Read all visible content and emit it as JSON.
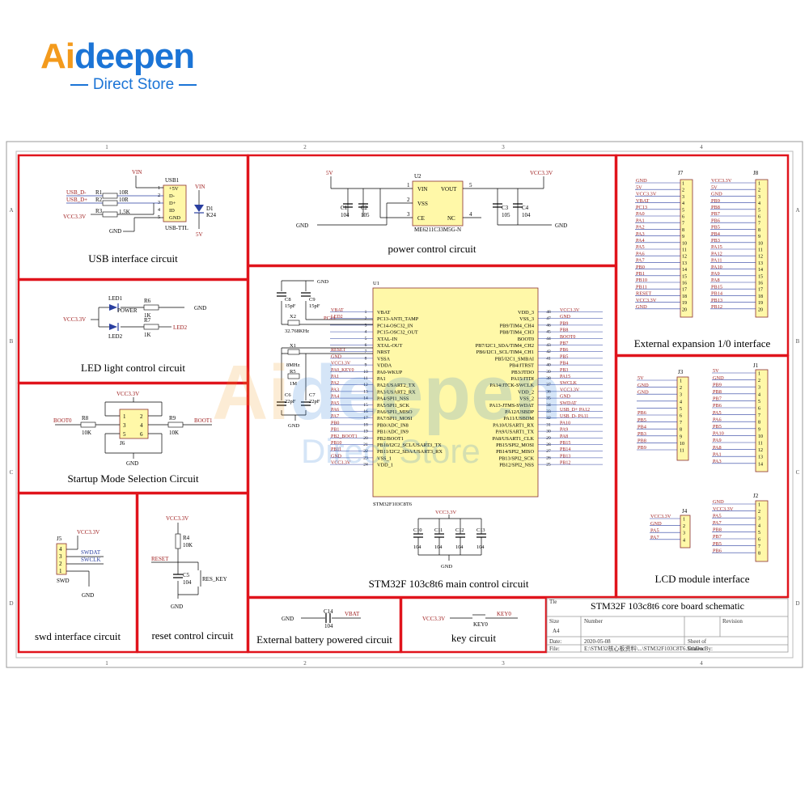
{
  "logo": {
    "brand_a": "Ai",
    "brand_rest": "deepen",
    "subtitle": "Direct Store"
  },
  "watermark": {
    "brand_a": "Ai",
    "brand_rest": "deepen",
    "subtitle": "Direct Store"
  },
  "grid": {
    "cols": [
      "1",
      "2",
      "3",
      "4"
    ],
    "rows": [
      "A",
      "B",
      "C",
      "D"
    ]
  },
  "sections": {
    "usb": "USB interface circuit",
    "power": "power control circuit",
    "expansion": "External expansion 1/0 interface",
    "led": "LED light control circuit",
    "startup": "Startup Mode Selection Circuit",
    "main": "STM32F 103c8t6 main control circuit",
    "lcd": "LCD module interface",
    "swd": "swd interface circuit",
    "reset": "reset control circuit",
    "battery": "External battery powered circuit",
    "key": "key circuit",
    "title": "STM32F 103c8t6 core board schematic"
  },
  "title_block": {
    "tle": "Tle",
    "size_label": "Size",
    "size": "A4",
    "number_label": "Number",
    "revision_label": "Revision",
    "date_label": "Date:",
    "date": "2020-05-08",
    "sheet_label": "Sheet of",
    "file_label": "File:",
    "file": "E:\\STM32核心板资料\\...\\STM32F103C8T6.SchDoc",
    "drawn": "Drawn By:"
  },
  "usb": {
    "ref": "USB1",
    "pins": [
      "+5V",
      "D-",
      "D+",
      "ID",
      "GND"
    ],
    "nums": [
      "1",
      "2",
      "3",
      "4",
      "5"
    ],
    "part": "USB-TTL",
    "vin": "VIN",
    "d1": "D1",
    "d1v": "K24",
    "v5": "5V",
    "nets": [
      "USB_D-",
      "USB_D+"
    ],
    "r1": "R1",
    "r2": "R2",
    "r3": "R3",
    "r1v": "10R",
    "r2v": "10R",
    "r3v": "1.5K",
    "vcc": "VCC3.3V",
    "gnd": "GND"
  },
  "power": {
    "ref": "U2",
    "part": "ME6211C33M5G-N",
    "pins": [
      "VIN",
      "VSS",
      "CE",
      "VOUT",
      "NC"
    ],
    "nums": [
      "1",
      "2",
      "3",
      "5",
      "4"
    ],
    "v5": "5V",
    "vcc": "VCC3.3V",
    "gnd": "GND",
    "c1": "C1",
    "c2": "C2",
    "c3": "C3",
    "c4": "C4",
    "c1v": "104",
    "c2v": "105",
    "c3v": "105",
    "c4v": "104"
  },
  "expansion": {
    "j7": "J7",
    "j8": "J8",
    "j7_nets": [
      "GND",
      "5V",
      "VCC3.3V",
      "VBAT",
      "PC13",
      "PA0",
      "PA1",
      "PA2",
      "PA3",
      "PA4",
      "PA5",
      "PA6",
      "PA7",
      "PB0",
      "PB1",
      "PB10",
      "PB11",
      "RESET",
      "VCC3.3V",
      "GND"
    ],
    "j8_nets": [
      "VCC3.3V",
      "5V",
      "GND",
      "PB9",
      "PB8",
      "PB7",
      "PB6",
      "PB5",
      "PB4",
      "PB3",
      "PA15",
      "PA12",
      "PA11",
      "PA10",
      "PA9",
      "PA8",
      "PB15",
      "PB14",
      "PB13",
      "PB12"
    ],
    "nums": [
      "1",
      "2",
      "3",
      "4",
      "5",
      "6",
      "7",
      "8",
      "9",
      "10",
      "11",
      "12",
      "13",
      "14",
      "15",
      "16",
      "17",
      "18",
      "19",
      "20"
    ]
  },
  "led": {
    "led1": "LED1",
    "led2": "LED2",
    "power": "POWER",
    "r6": "R6",
    "r7": "R7",
    "r6v": "1K",
    "r7v": "1K",
    "net": "LED2",
    "vcc": "VCC3.3V",
    "gnd": "GND"
  },
  "startup": {
    "vcc": "VCC3.3V",
    "j6": "J6",
    "boot0": "BOOT0",
    "boot1": "BOOT1",
    "r8": "R8",
    "r9": "R9",
    "r8v": "10K",
    "r9v": "10K",
    "gnd": "GND",
    "nums": [
      "1",
      "2",
      "3",
      "4",
      "5",
      "6"
    ]
  },
  "main": {
    "ref": "U1",
    "part": "STM32F103C8T6",
    "left_pins": [
      "VBAT",
      "PC13-ANTI_TAMP",
      "PC14-OSC32_IN",
      "PC15-OSC32_OUT",
      "XTAL-IN",
      "XTAL-OUT",
      "NRST",
      "VSSA",
      "VDDA",
      "PA0-WKUP",
      "PA1",
      "PA2/USART2_TX",
      "PA3/USART2_RX",
      "PA4/SPI1_NSS",
      "PA5/SPI1_SCK",
      "PA6/SPI1_MISO",
      "PA7/SPI1_MOSI",
      "PB0/ADC_IN8",
      "PB1/ADC_IN9",
      "PB2/BOOT1",
      "PB10/I2C2_SCL/USART3_TX",
      "PB11/I2C2_SDA/USART3_RX",
      "VSS_1",
      "VDD_1"
    ],
    "left_nums": [
      "1",
      "2",
      "3",
      "4",
      "5",
      "6",
      "7",
      "8",
      "9",
      "10",
      "11",
      "12",
      "13",
      "14",
      "15",
      "16",
      "17",
      "18",
      "19",
      "20",
      "21",
      "22",
      "23",
      "24"
    ],
    "left_nets": [
      "VBAT",
      "LED2",
      "",
      "",
      "",
      "",
      "RESET",
      "GND",
      "VCC3.3V",
      "PA0_KEY0",
      "PA1",
      "PA2",
      "PA3",
      "PA4",
      "PA5",
      "PA6",
      "PA7",
      "PB0",
      "PB1",
      "PB2_BOOT1",
      "PB10",
      "PB11",
      "GND",
      "VCC3.3V"
    ],
    "right_pins": [
      "VDD_3",
      "VSS_3",
      "PB9/TIM4_CH4",
      "PB8/TIM4_CH3",
      "BOOT0",
      "PB7/I2C1_SDA/TIM4_CH2",
      "PB6/I2C1_SCL/TIM4_CH1",
      "PB5/I2C1_SMBAI",
      "PB4/JTRST",
      "PB3/JTDO",
      "PA15/JTDI",
      "PA14/JTCK-SWCLK",
      "VDD_2",
      "VSS_2",
      "PA13-JTMS-SWDAT",
      "PA12/USBDP",
      "PA11/USBDM",
      "PA10/USART1_RX",
      "PA9/USART1_TX",
      "PA8/USART1_CLK",
      "PB15/SPI2_MOSI",
      "PB14/SPI2_MISO",
      "PB13/SPI2_SCK",
      "PB12/SPI2_NSS"
    ],
    "right_nums": [
      "48",
      "47",
      "46",
      "45",
      "44",
      "43",
      "42",
      "41",
      "40",
      "39",
      "38",
      "37",
      "36",
      "35",
      "34",
      "33",
      "32",
      "31",
      "30",
      "29",
      "28",
      "27",
      "26",
      "25"
    ],
    "right_nets": [
      "VCC3.3V",
      "GND",
      "PB9",
      "PB8",
      "BOOT0",
      "PB7",
      "PB6",
      "PB5",
      "PB4",
      "PB3",
      "PA15",
      "SWCLK",
      "VCC3.3V",
      "GND",
      "SWDAT",
      "USB_D+ PA12",
      "USB_D- PA11",
      "PA10",
      "PA9",
      "PA8",
      "PB15",
      "PB14",
      "PB13",
      "PB12"
    ],
    "c8": "C8",
    "c9": "C9",
    "c8v": "15pF",
    "c9v": "15pF",
    "x2": "X2",
    "x2v": "32.768KHz",
    "x1": "X1",
    "x1v": "8MHz",
    "r5": "R5",
    "r5v": "1M",
    "c6": "C6",
    "c7": "C7",
    "c6v": "22pF",
    "c7v": "22pF",
    "pc13": "PC13",
    "gnd": "GND",
    "vcc": "VCC3.3V",
    "decap": [
      "C10",
      "C11",
      "C12",
      "C13"
    ],
    "decapv": "104"
  },
  "lcd": {
    "j3": "J3",
    "j1": "J1",
    "j4": "J4",
    "j2": "J2",
    "j3_nets": [
      "5V",
      "GND",
      "GND",
      "",
      "",
      "PB6",
      "PB5",
      "PB4",
      "PB3",
      "PB8",
      "PB9"
    ],
    "j3_nums": [
      "1",
      "2",
      "3",
      "4",
      "5",
      "6",
      "7",
      "8",
      "9",
      "10",
      "11"
    ],
    "j1_nets": [
      "5V",
      "GND",
      "PB9",
      "PB8",
      "PB7",
      "PB6",
      "PA5",
      "PA6",
      "PB5",
      "PA10",
      "PA9",
      "PA8",
      "PA1",
      "PA3"
    ],
    "j1_nums": [
      "1",
      "2",
      "3",
      "4",
      "5",
      "6",
      "7",
      "8",
      "9",
      "10",
      "11",
      "12",
      "13",
      "14"
    ],
    "j4_nets": [
      "VCC3.3V",
      "GND",
      "PA5",
      "PA7"
    ],
    "j4_nums": [
      "1",
      "2",
      "3",
      "4"
    ],
    "j2_nets": [
      "GND",
      "VCC3.3V",
      "PA5",
      "PA7",
      "PB8",
      "PB7",
      "PB5",
      "PB6"
    ],
    "j2_nums": [
      "1",
      "2",
      "3",
      "4",
      "5",
      "6",
      "7",
      "8"
    ]
  },
  "swd": {
    "j5": "J5",
    "vcc": "VCC3.3V",
    "nets": [
      "SWDAT",
      "SWCLK"
    ],
    "part": "SWD",
    "gnd": "GND",
    "nums": [
      "4",
      "3",
      "2",
      "1"
    ]
  },
  "reset": {
    "vcc": "VCC3.3V",
    "r4": "R4",
    "r4v": "10K",
    "net": "RESET",
    "c5": "C5",
    "c5v": "104",
    "sw": "RES_KEY",
    "gnd": "GND"
  },
  "battery": {
    "gnd": "GND",
    "c14": "C14",
    "c14v": "104",
    "vbat": "VBAT"
  },
  "key": {
    "vcc": "VCC3.3V",
    "sw": "KEY0",
    "net": "KEY0"
  }
}
